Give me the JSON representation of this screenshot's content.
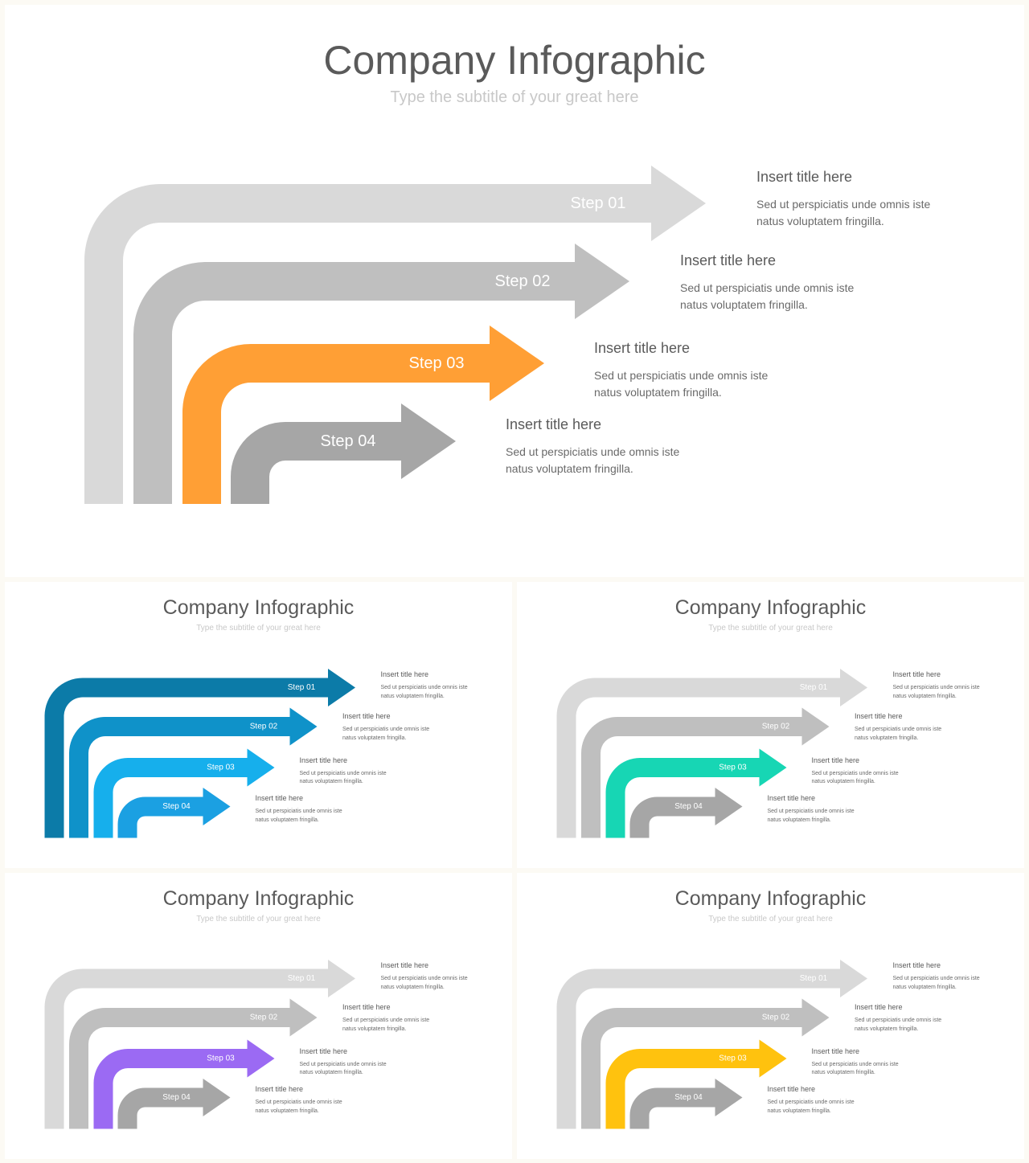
{
  "slides": [
    {
      "title": "Company Infographic",
      "subtitle": "Type the subtitle of your great here",
      "colors": [
        "#d9d9d9",
        "#bfbfbf",
        "#ff9f35",
        "#a6a6a6"
      ]
    },
    {
      "title": "Company Infographic",
      "subtitle": "Type the subtitle of your great here",
      "colors": [
        "#0c7ba8",
        "#0f92c9",
        "#16afec",
        "#1ba0e2"
      ]
    },
    {
      "title": "Company Infographic",
      "subtitle": "Type the subtitle of your great here",
      "colors": [
        "#d9d9d9",
        "#bfbfbf",
        "#17d6b4",
        "#a6a6a6"
      ]
    },
    {
      "title": "Company Infographic",
      "subtitle": "Type the subtitle of your great here",
      "colors": [
        "#d9d9d9",
        "#bfbfbf",
        "#9b6af3",
        "#a6a6a6"
      ]
    },
    {
      "title": "Company Infographic",
      "subtitle": "Type the subtitle of your great here",
      "colors": [
        "#d9d9d9",
        "#bfbfbf",
        "#ffc20e",
        "#a6a6a6"
      ]
    }
  ],
  "steps": [
    {
      "label": "Step 01",
      "title": "Insert title here",
      "desc_line1": "Sed ut perspiciatis unde omnis iste",
      "desc_line2": "natus voluptatem fringilla."
    },
    {
      "label": "Step 02",
      "title": "Insert title here",
      "desc_line1": "Sed ut perspiciatis unde omnis iste",
      "desc_line2": "natus voluptatem fringilla."
    },
    {
      "label": "Step 03",
      "title": "Insert title here",
      "desc_line1": "Sed ut perspiciatis unde omnis iste",
      "desc_line2": "natus voluptatem fringilla."
    },
    {
      "label": "Step 04",
      "title": "Insert title here",
      "desc_line1": "Sed ut perspiciatis unde omnis iste",
      "desc_line2": "natus voluptatem fringilla."
    }
  ]
}
